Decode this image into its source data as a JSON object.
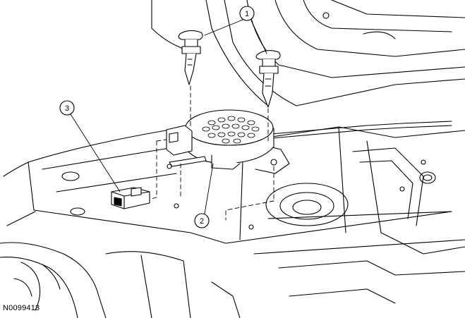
{
  "figure_id": "N0099413",
  "callouts": [
    {
      "label": "1"
    },
    {
      "label": "2"
    },
    {
      "label": "3"
    }
  ]
}
